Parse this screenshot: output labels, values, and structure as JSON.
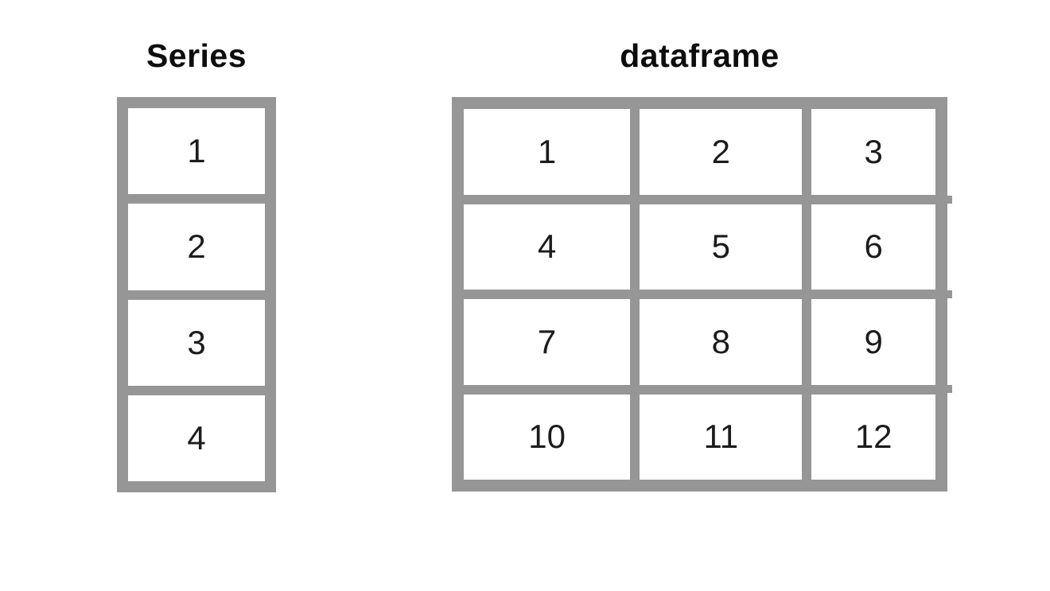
{
  "colors": {
    "background": "#ffffff",
    "frame_gray": "#969696",
    "cell_background": "#ffffff",
    "number_text": "#1c1c1c",
    "title_text": "#0d0d0d"
  },
  "series": {
    "title": "Series",
    "values": [
      1,
      2,
      3,
      4
    ]
  },
  "dataframe": {
    "title": "dataframe",
    "rows": [
      [
        1,
        2,
        3
      ],
      [
        4,
        5,
        6
      ],
      [
        7,
        8,
        9
      ],
      [
        10,
        11,
        12
      ]
    ]
  }
}
